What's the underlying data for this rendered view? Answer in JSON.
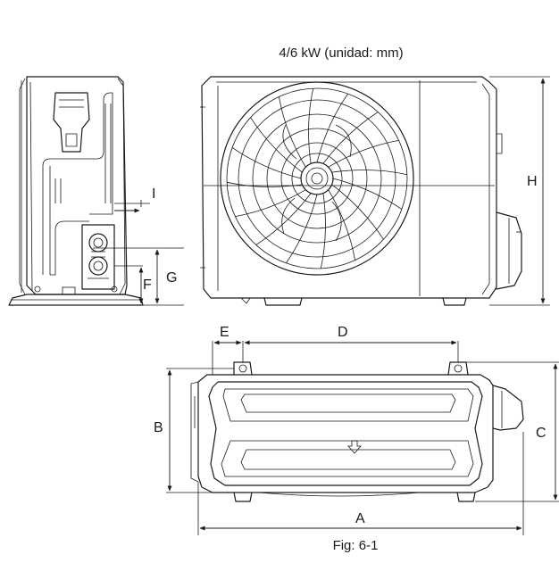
{
  "figure": {
    "title": "4/6 kW (unidad: mm)",
    "caption": "Fig: 6-1",
    "labels": {
      "A": "A",
      "B": "B",
      "C": "C",
      "D": "D",
      "E": "E",
      "F": "F",
      "G": "G",
      "H": "H",
      "I": "I"
    }
  }
}
